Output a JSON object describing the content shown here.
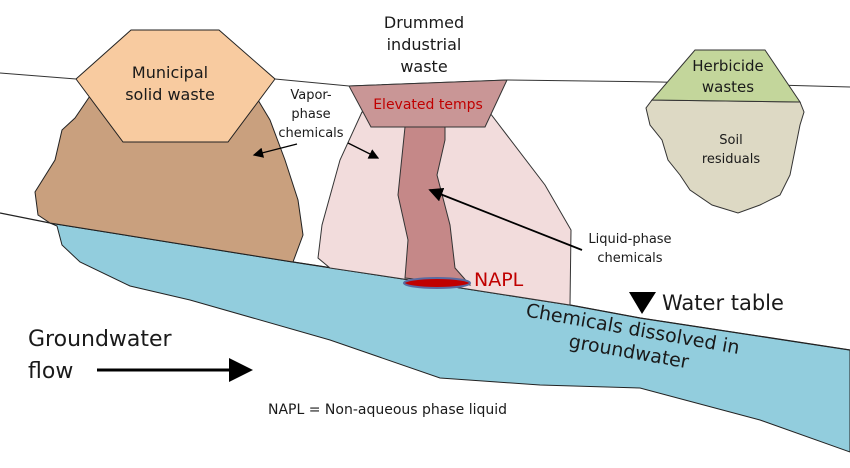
{
  "labels": {
    "drummed": [
      "Drummed",
      "industrial",
      "waste"
    ],
    "municipal": [
      "Municipal",
      "solid waste"
    ],
    "vapor": [
      "Vapor-",
      "phase",
      "chemicals"
    ],
    "elevated": "Elevated temps",
    "herbicide": [
      "Herbicide",
      "wastes"
    ],
    "soil": [
      "Soil",
      "residuals"
    ],
    "liquid": [
      "Liquid-phase",
      "chemicals"
    ],
    "napl": "NAPL",
    "water_table": "Water table",
    "dissolved": [
      "Chemicals dissolved in",
      "groundwater"
    ],
    "flow": [
      "Groundwater",
      "flow"
    ],
    "footnote": "NAPL = Non-aqueous phase liquid"
  },
  "colors": {
    "municipal_hex": "#f8cba0",
    "brown_mound": "#c9a07e",
    "drum": "#c99696",
    "vapor_plume": "#f2dcdc",
    "liquid_column": "#c58888",
    "napl": "#c00000",
    "herbicide": "#c3d69b",
    "soil": "#ddd9c4",
    "groundwater": "#92cddd",
    "red_text": "#c00000"
  }
}
